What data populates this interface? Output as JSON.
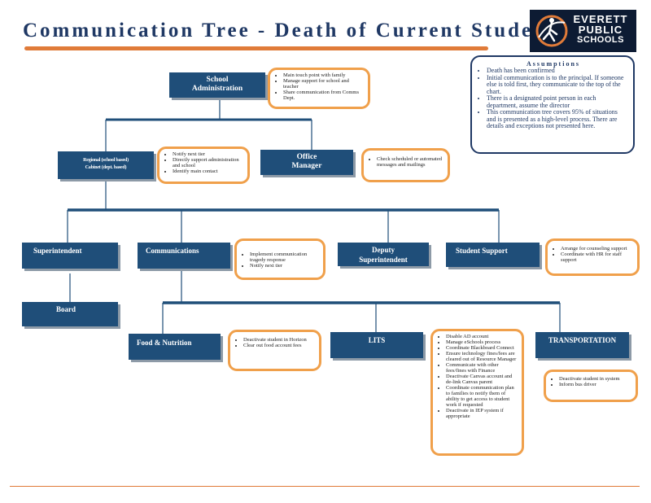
{
  "title": "Communication Tree - Death of Current Student",
  "logo": {
    "line1": "EVERETT",
    "line2": "PUBLIC",
    "line3": "SCHOOLS"
  },
  "assumptions": {
    "heading": "Assumptions",
    "items": [
      "Death has been confirmed",
      "Initial communication is to the principal. If someone else is told first, they communicate to the top of the chart.",
      "There is a designated point person in each department, assume the director",
      "This communication tree covers 95% of situations and is presented as a high-level process. There are details and exceptions not presented here."
    ]
  },
  "nodes": {
    "school_admin": [
      "School",
      "Administration"
    ],
    "regional": [
      "Regional (school based)",
      "Cabinet (dept. based)"
    ],
    "office_manager": [
      "Office",
      "Manager"
    ],
    "superintendent": "Superintendent",
    "communications": "Communications",
    "deputy": [
      "Deputy",
      "Superintendent"
    ],
    "student_support": "Student Support",
    "board": "Board",
    "food": "Food & Nutrition",
    "lits": "LITS",
    "transportation": "TRANSPORTATION"
  },
  "notes": {
    "school_admin": [
      "Main touch point with family",
      "Manage support for school and teacher",
      "Share communication from Comms Dept."
    ],
    "regional": [
      "Notify next tier",
      "Directly support administration and school",
      "Identify main contact"
    ],
    "office_manager": [
      "Check scheduled or automated messages and mailings"
    ],
    "communications": [
      "Implement communication tragedy response",
      "Notify next tier"
    ],
    "student_support": [
      "Arrange for counseling support",
      "Coordinate with HR for staff support"
    ],
    "food": [
      "Deactivate student in Horizon",
      "Clear out food account fees"
    ],
    "lits": [
      "Disable AD account",
      "Manage eSchools process",
      "Coordinate Blackboard Connect",
      "Ensure technology fines/fees are cleared out of Resource Manager",
      "Communicate with other fees/fines with Finance",
      "Deactivate Canvas account and de-link Canvas parent",
      "Coordinate communication plan to families to notify them of ability to get access to student work if requested",
      "Deactivate in IEP system if appropriate"
    ],
    "transportation": [
      "Deactivate student in system",
      "Inform bus driver"
    ]
  },
  "colors": {
    "box": "#1f4e79",
    "note_border": "#f0a04b",
    "accent_line": "#e07b39",
    "title": "#1f3864"
  }
}
